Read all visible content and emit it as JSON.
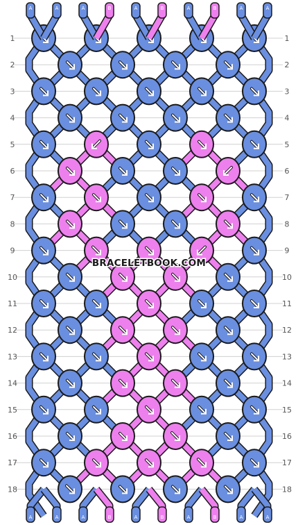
{
  "colors": {
    "A": "#6a8fe0",
    "B": "#ee80ee",
    "outline": "#1a1a1a",
    "grid": "#d0d0d0"
  },
  "watermark": "BRACELETBOOK.COM",
  "row_numbers": [
    "1",
    "2",
    "3",
    "4",
    "5",
    "6",
    "7",
    "8",
    "9",
    "10",
    "11",
    "12",
    "13",
    "14",
    "15",
    "16",
    "17",
    "18"
  ],
  "top_strings": [
    "A",
    "A",
    "A",
    "B",
    "A",
    "B",
    "A",
    "B",
    "A",
    "A"
  ],
  "bottom_strings": [
    "A",
    "A",
    "A",
    "B",
    "A",
    "B",
    "A",
    "B",
    "A",
    "A"
  ],
  "knots": [
    [
      "A:f",
      "A:f",
      "A:f",
      "A:f",
      "A:f"
    ],
    [
      "A:f",
      "A:f",
      "A:f",
      "A:f"
    ],
    [
      "A:f",
      "A:f",
      "A:f",
      "A:f",
      "A:f"
    ],
    [
      "A:f",
      "A:f",
      "A:f",
      "A:f"
    ],
    [
      "A:f",
      "B:b",
      "A:f",
      "B:f",
      "A:f"
    ],
    [
      "B:f",
      "A:f",
      "A:f",
      "B:b"
    ],
    [
      "A:f",
      "B:f",
      "A:f",
      "B:f",
      "A:f"
    ],
    [
      "B:f",
      "A:f",
      "A:f",
      "B:f"
    ],
    [
      "A:f",
      "B:fs",
      "B:f",
      "B:b",
      "A:f"
    ],
    [
      "A:f",
      "B:f",
      "B:f",
      "A:f"
    ],
    [
      "A:f",
      "A:f",
      "B:f",
      "A:f",
      "A:f"
    ],
    [
      "A:f",
      "B:f",
      "B:f",
      "A:f"
    ],
    [
      "A:f",
      "A:f",
      "B:f",
      "A:f",
      "A:f"
    ],
    [
      "A:f",
      "B:f",
      "B:f",
      "A:f"
    ],
    [
      "A:f",
      "A:f",
      "B:f",
      "A:f",
      "A:f"
    ],
    [
      "A:f",
      "B:f",
      "B:fs",
      "A:f"
    ],
    [
      "A:f",
      "B:f",
      "B:f",
      "B:fs",
      "A:f"
    ],
    [
      "A:fs",
      "A:f",
      "A:f",
      "A:f"
    ]
  ]
}
